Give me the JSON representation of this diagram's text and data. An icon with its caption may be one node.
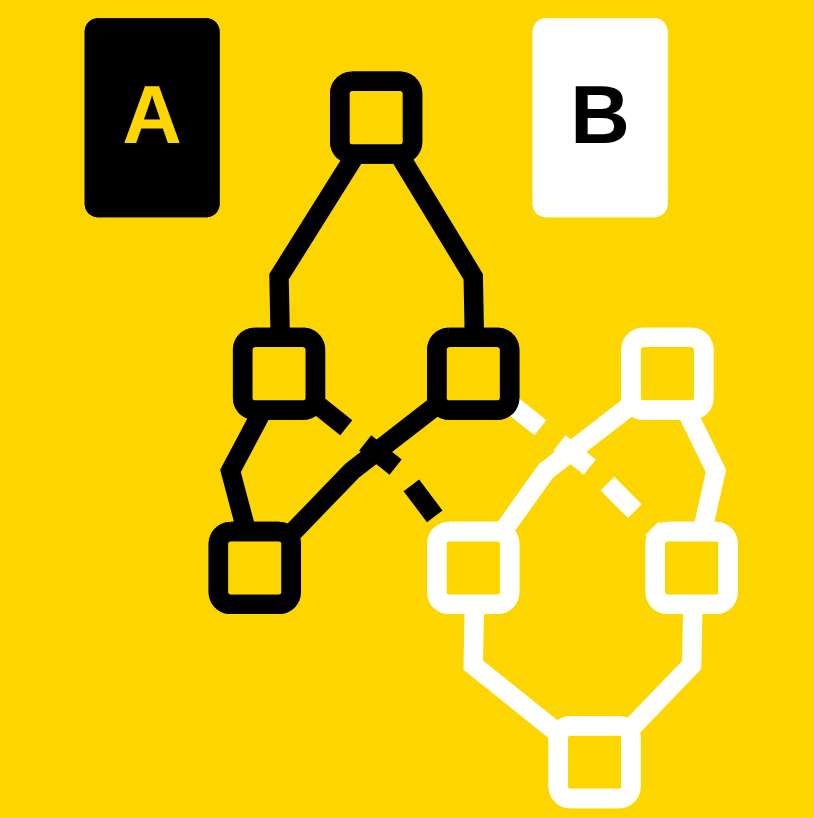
{
  "diagram": {
    "nodes": [
      {
        "text": [
          "A"
        ]
      },
      {
        "text": [],
        "shape": "box"
      },
      {
        "text": [],
        "shape": "box"
      },
      {
        "text": [],
        "shape": "box"
      },
      {
        "text": [],
        "shape": "box"
      },
      {
        "text": [],
        "shape": "box"
      },
      {
        "text": [],
        "shape": "box"
      },
      {
        "text": [],
        "shape": "box"
      },
      {
        "text": [],
        "shape": "box"
      },
      {
        "text": [
          "B"
        ]
      }
    ],
    "edges": [
      {
        "from": 1,
        "to": 2,
        "arrow": "none",
        "color": "#000000"
      },
      {
        "from": 1,
        "to": 3,
        "arrow": "none",
        "color": "#000000"
      },
      {
        "from": 2,
        "to": 4,
        "arrow": "none",
        "color": "#000000"
      },
      {
        "from": 3,
        "to": 4,
        "arrow": "none",
        "color": "#000000"
      },
      {
        "from": 2,
        "to": 6,
        "arrow": "none",
        "style": "dashed",
        "color": "#000000"
      },
      {
        "from": 3,
        "to": 7,
        "arrow": "none",
        "style": "dashed",
        "color": "#ffffff"
      },
      {
        "from": 5,
        "to": 6,
        "arrow": "none",
        "color": "#ffffff"
      },
      {
        "from": 5,
        "to": 7,
        "arrow": "none",
        "color": "#ffffff"
      },
      {
        "from": 6,
        "to": 8,
        "arrow": "none",
        "color": "#ffffff"
      },
      {
        "from": 7,
        "to": 8,
        "arrow": "none",
        "color": "#ffffff"
      }
    ]
  }
}
